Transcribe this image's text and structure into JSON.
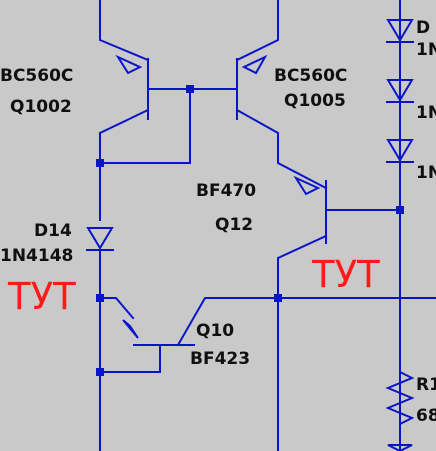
{
  "colors": {
    "wire": "#0a14c8",
    "background": "#c9c9c9",
    "label": "#101010",
    "annotation": "#ff1a1a"
  },
  "components": {
    "q1002": {
      "model": "BC560C",
      "ref": "Q1002"
    },
    "q1005": {
      "model": "BC560C",
      "ref": "Q1005"
    },
    "q12": {
      "model": "BF470",
      "ref": "Q12"
    },
    "q10": {
      "ref": "Q10",
      "model": "BF423"
    },
    "d14": {
      "ref": "D14",
      "model": "1N4148"
    },
    "d_right": {
      "ref": "D",
      "model": "1N"
    },
    "d_right2": {
      "model": "1N"
    },
    "d_right3": {
      "model": "1N"
    },
    "r_right": {
      "ref": "R1",
      "value": "68"
    }
  },
  "annotations": {
    "left_note": "ТУТ",
    "right_note": "ТУТ"
  }
}
